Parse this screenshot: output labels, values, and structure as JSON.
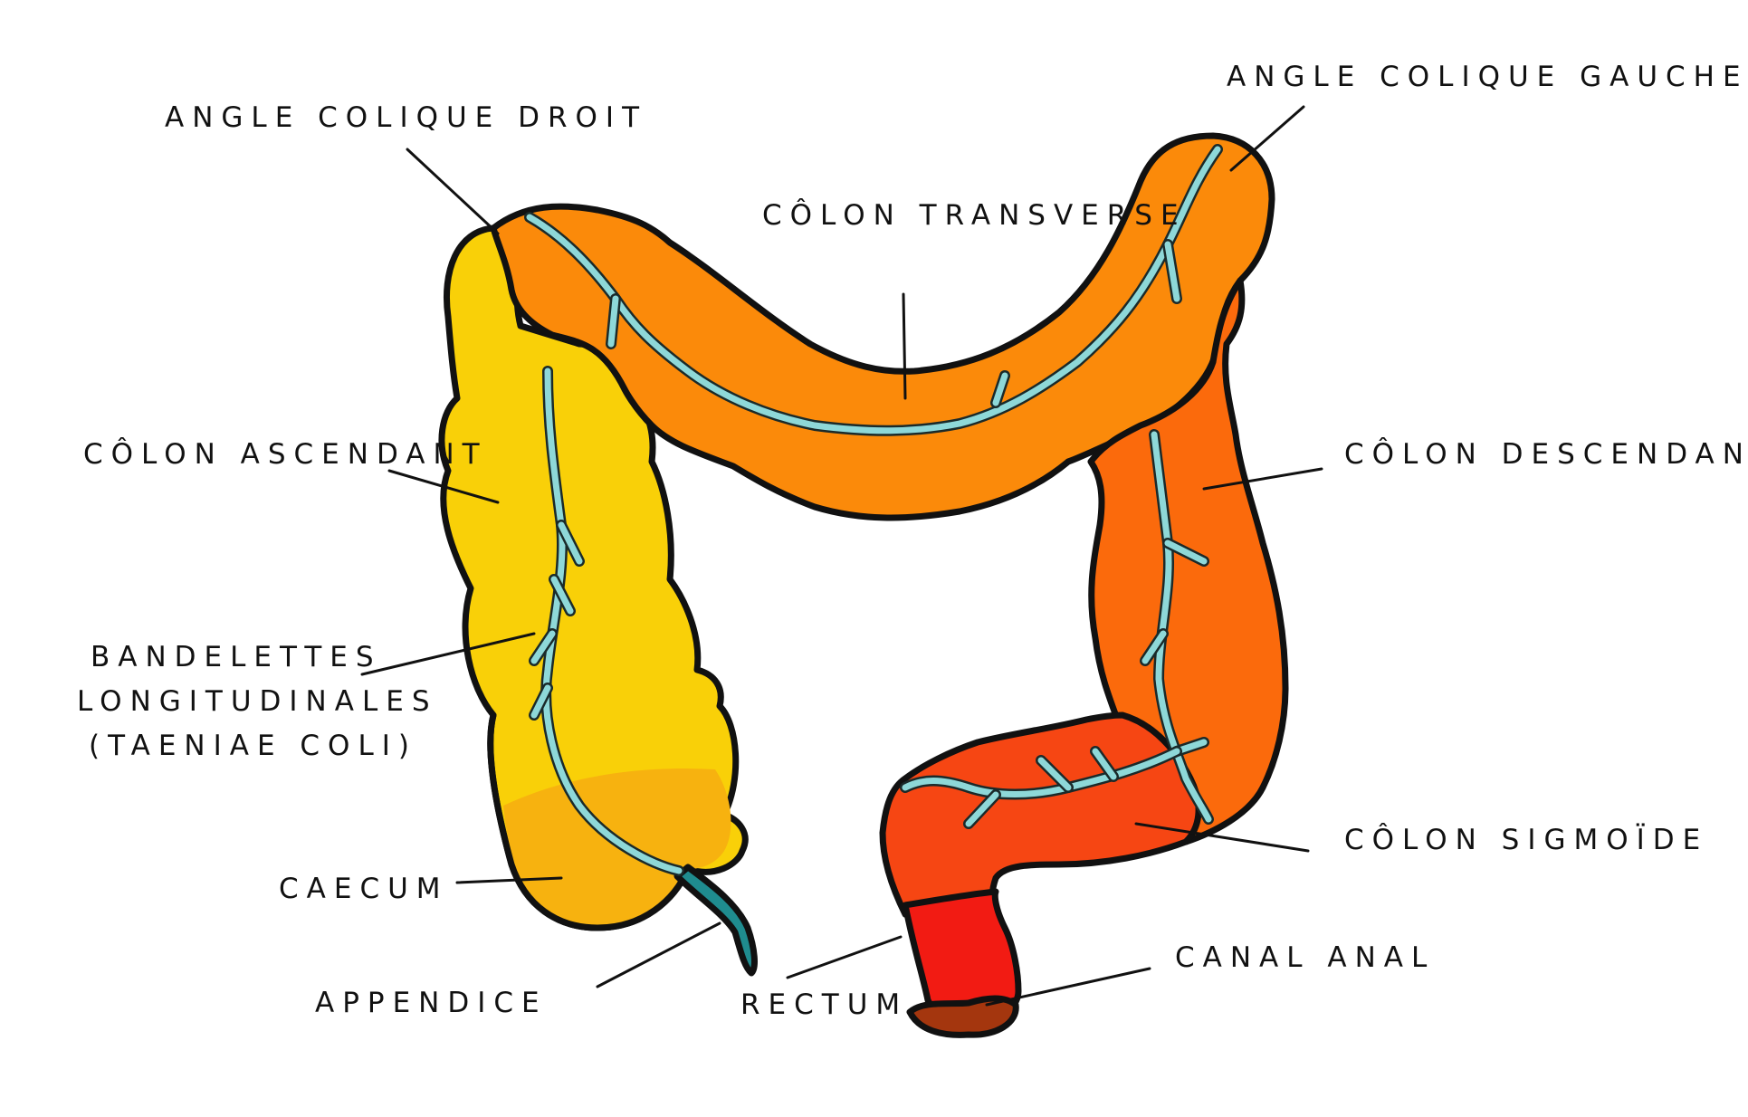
{
  "labels": {
    "angle_colique_droit": "ANGLE COLIQUE DROIT",
    "angle_colique_gauche": "ANGLE COLIQUE GAUCHE",
    "colon_transverse": "CÔLON TRANSVERSE",
    "colon_ascendant": "CÔLON ASCENDANT",
    "colon_descendant": "CÔLON DESCENDANT",
    "bandelettes_1": "BANDELETTES",
    "bandelettes_2": "LONGITUDINALES",
    "bandelettes_3": "(TAENIAE COLI)",
    "caecum": "CAECUM",
    "appendice": "APPENDICE",
    "rectum": "RECTUM",
    "canal_anal": "CANAL ANAL",
    "colon_sigmoide": "CÔLON SIGMOÏDE"
  },
  "colors": {
    "ascending": "#f9d008",
    "caecum": "#f7b20f",
    "transverse": "#fb8a0a",
    "descending": "#fb6a0c",
    "sigmoid": "#f64613",
    "rectum": "#f21b13",
    "anal_canal": "#a4360e",
    "appendix": "#1f8c8f",
    "taeniae": "#8ed8d8",
    "outline": "#111111"
  }
}
